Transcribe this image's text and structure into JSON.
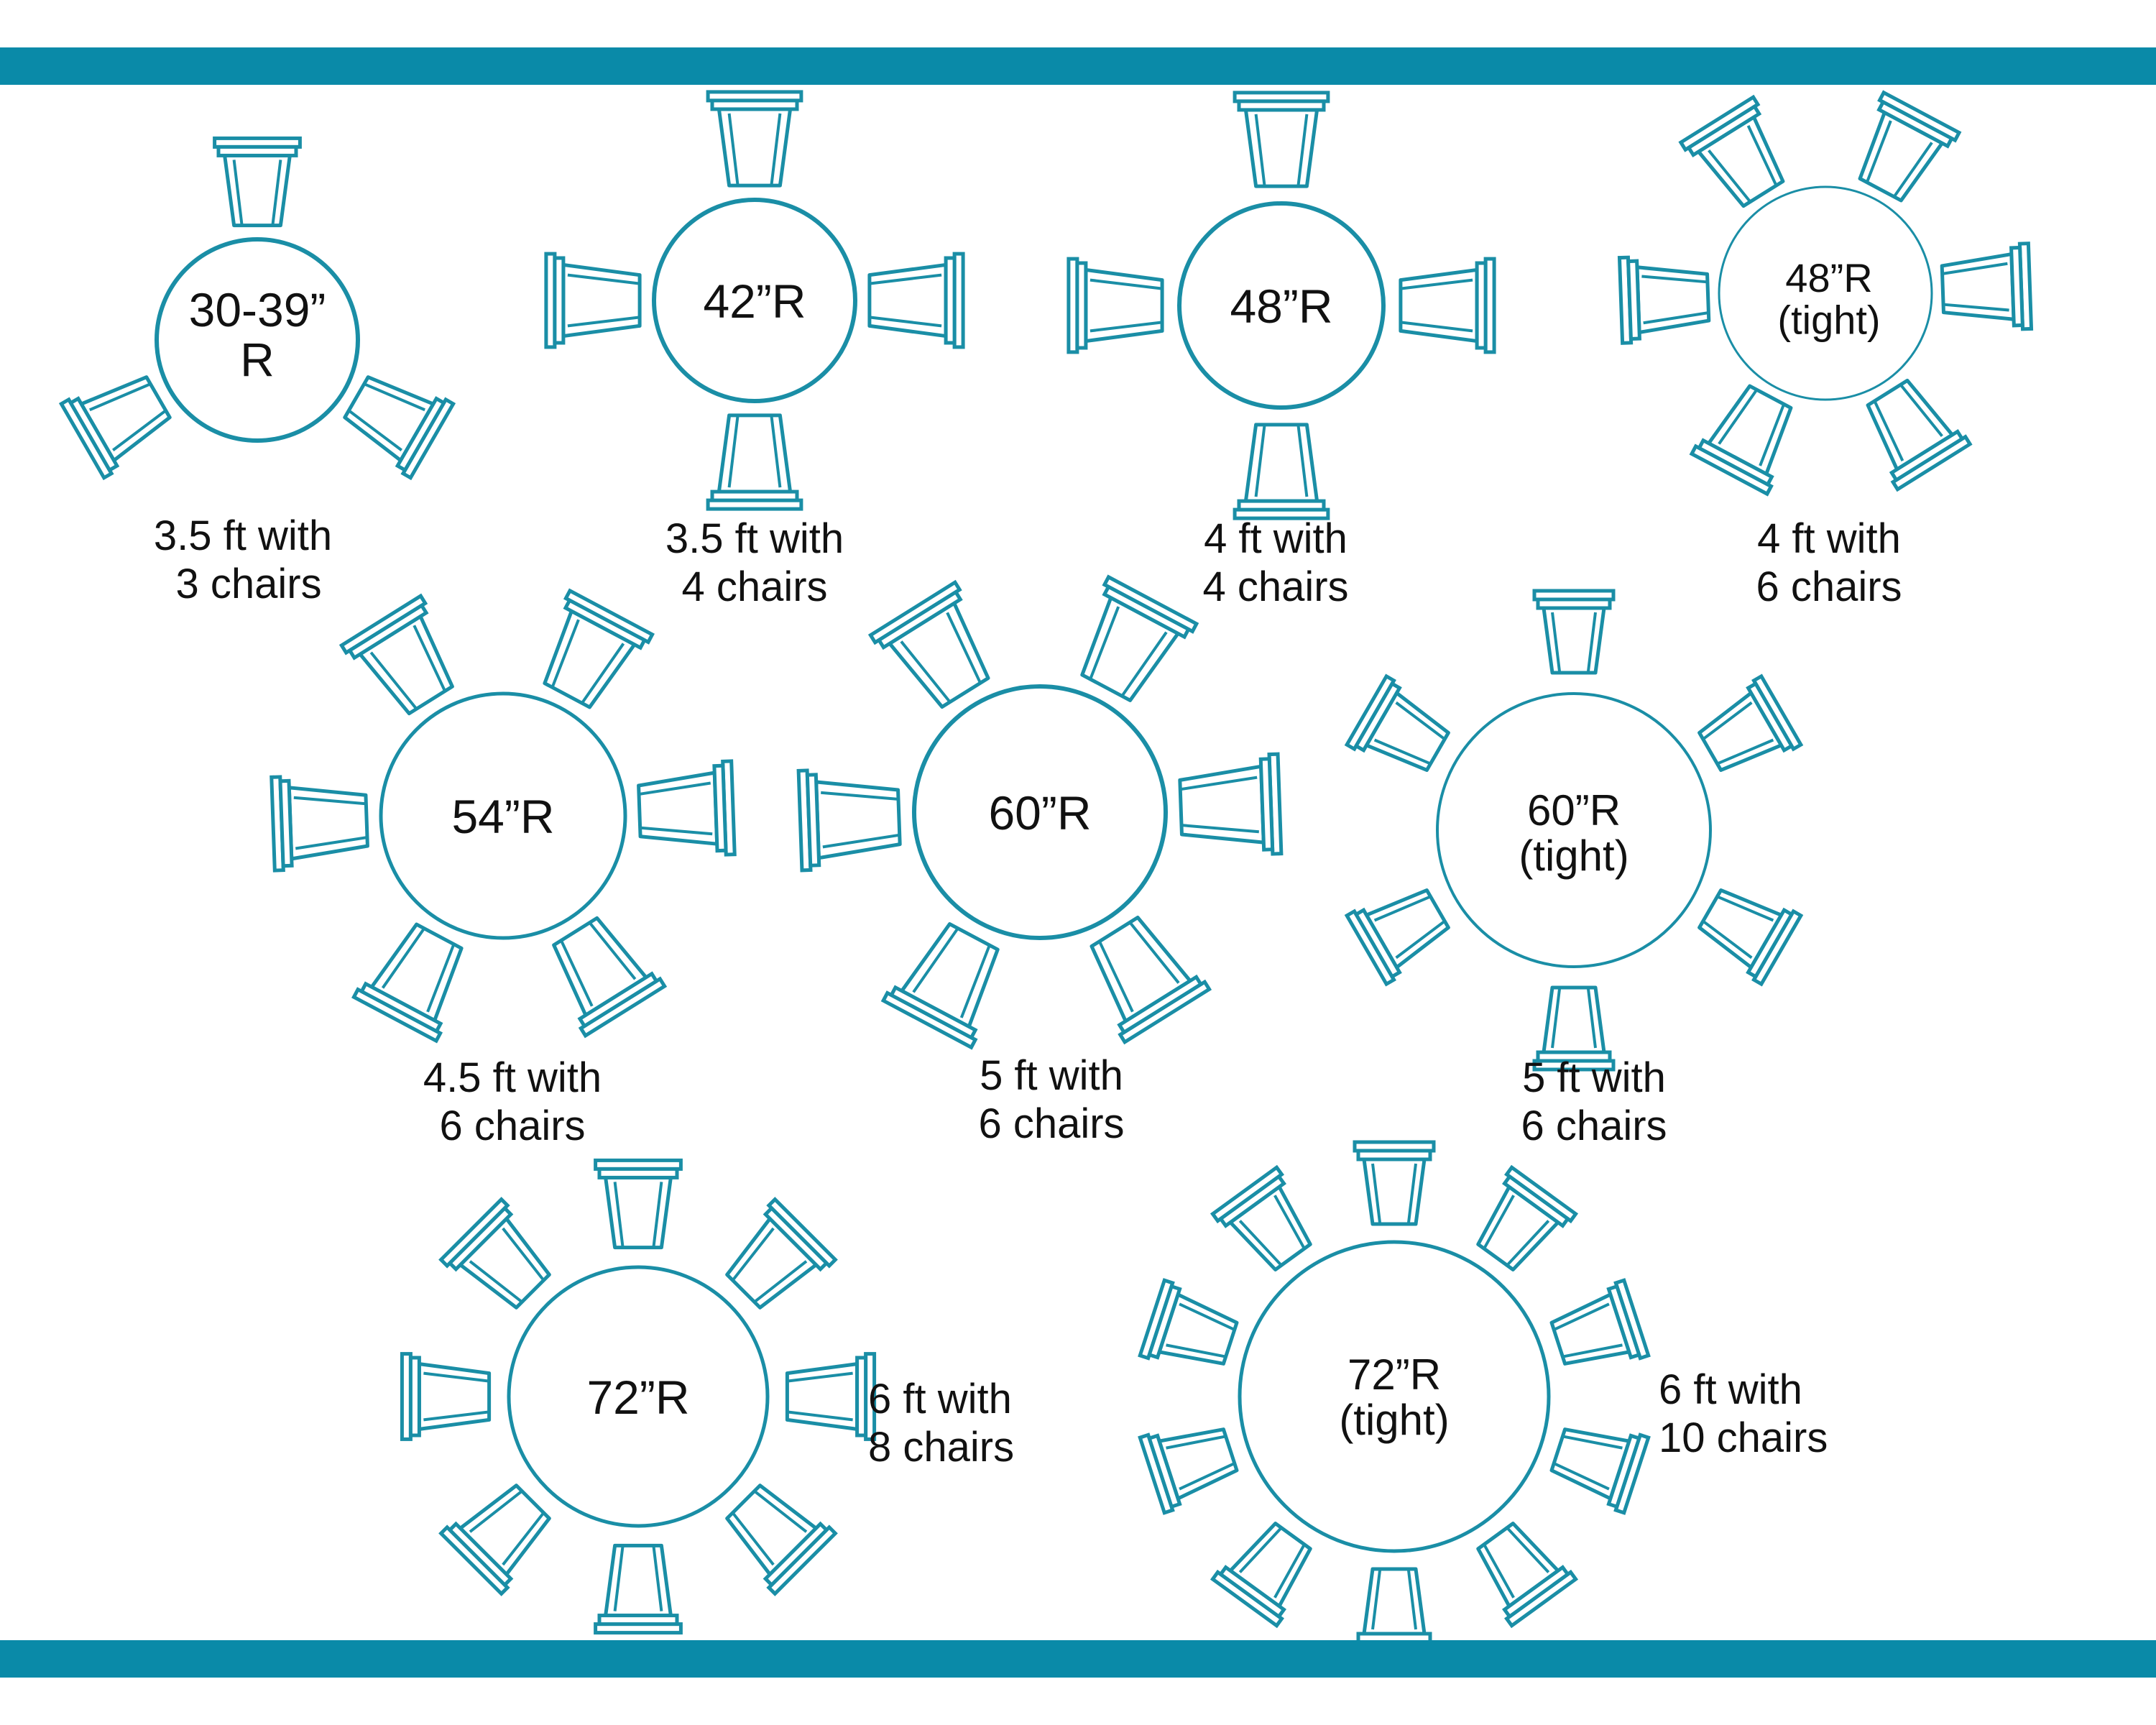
{
  "colors": {
    "band": "#0a8aa8",
    "stroke": "#1a8ea6",
    "text": "#111111"
  },
  "tables": [
    {
      "label": [
        "30-39”",
        "R"
      ],
      "caption": [
        "3.5 ft with",
        " 3 chairs"
      ],
      "chairs": 3
    },
    {
      "label": [
        "42”R"
      ],
      "caption": [
        "3.5 ft with",
        "4 chairs"
      ],
      "chairs": 4
    },
    {
      "label": [
        "48”R"
      ],
      "caption": [
        "4 ft with",
        "4 chairs"
      ],
      "chairs": 4
    },
    {
      "label": [
        "48”R",
        "(tight)"
      ],
      "caption": [
        "4 ft with",
        "6 chairs"
      ],
      "chairs": 6
    },
    {
      "label": [
        "54”R"
      ],
      "caption": [
        "4.5 ft with",
        "6 chairs"
      ],
      "chairs": 6
    },
    {
      "label": [
        "60”R"
      ],
      "caption": [
        "5 ft with",
        "6 chairs"
      ],
      "chairs": 6
    },
    {
      "label": [
        "60”R",
        "(tight)"
      ],
      "caption": [
        "5 ft with",
        "6 chairs"
      ],
      "chairs": 6
    },
    {
      "label": [
        "72”R"
      ],
      "caption": [
        "6 ft with",
        "8 chairs"
      ],
      "chairs": 8
    },
    {
      "label": [
        "72”R",
        "(tight)"
      ],
      "caption": [
        "6 ft with",
        "10 chairs"
      ],
      "chairs": 10
    }
  ]
}
